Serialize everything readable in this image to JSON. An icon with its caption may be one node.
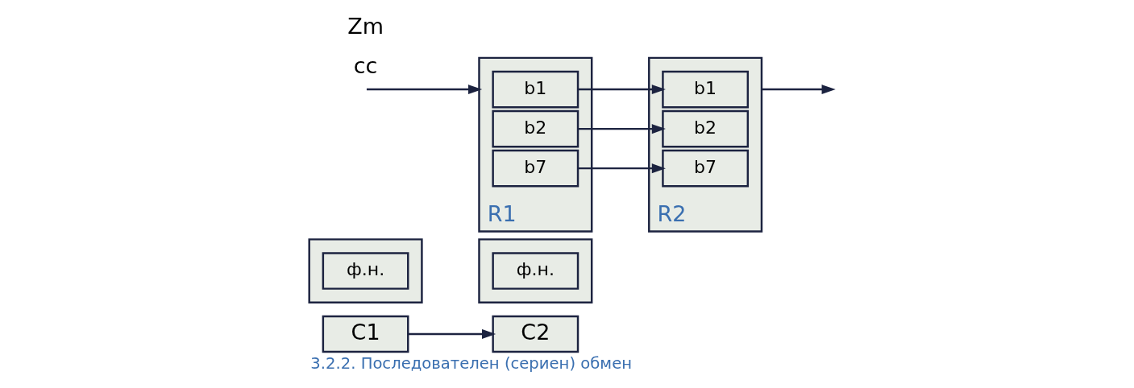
{
  "diagram": {
    "caption": "3.2.2. Последователен (сериен) обмен",
    "nodes": [
      {
        "text": [
          "C1"
        ]
      },
      {
        "text": [
          "C2"
        ]
      },
      {
        "text": [],
        "shape": "box"
      },
      {
        "text": [
          "ф.н."
        ],
        "in": 2
      },
      {
        "text": [],
        "shape": "box"
      },
      {
        "text": [
          "ф.н."
        ],
        "in": 4
      },
      {
        "text": [
          "R1"
        ]
      },
      {
        "text": [
          "b1"
        ],
        "in": 6
      },
      {
        "text": [
          "b2"
        ],
        "in": 6
      },
      {
        "text": [
          "b7"
        ],
        "in": 6
      },
      {
        "text": [
          "R2"
        ]
      },
      {
        "text": [
          "b1"
        ],
        "in": 10
      },
      {
        "text": [
          "b2"
        ],
        "in": 10
      },
      {
        "text": [
          "b7"
        ],
        "in": 10
      }
    ],
    "edges": [
      {
        "from": 0,
        "to": 1,
        "arrow": "to"
      },
      {
        "from": 7,
        "to": 11,
        "arrow": "to"
      },
      {
        "from": 8,
        "to": 12,
        "arrow": "to"
      },
      {
        "from": 9,
        "to": 13,
        "arrow": "to"
      },
      {
        "from": null,
        "to": 6,
        "arrow": "to"
      },
      {
        "from": 10,
        "to": null,
        "arrow": "to"
      }
    ],
    "labels": [
      "cc",
      "Zm"
    ]
  }
}
